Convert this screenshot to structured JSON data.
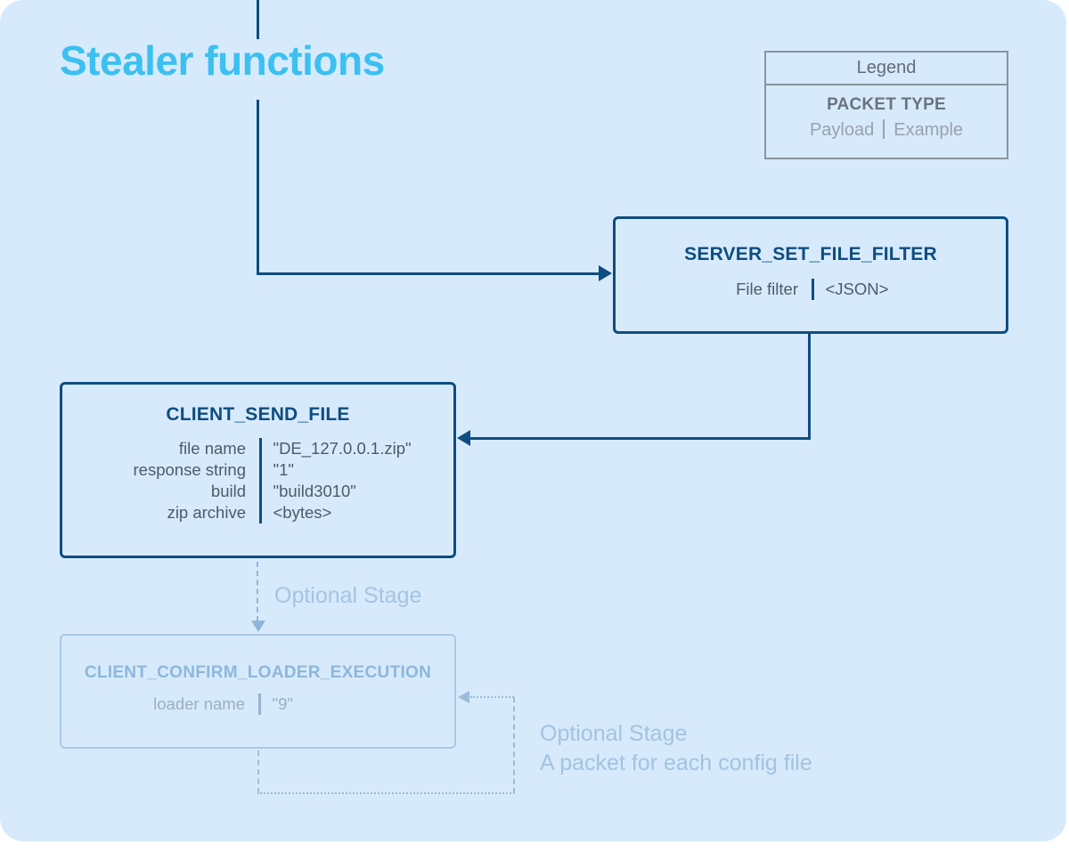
{
  "title": "Stealer functions",
  "legend": {
    "header": "Legend",
    "packet_type": "PACKET TYPE",
    "payload": "Payload",
    "example": "Example"
  },
  "nodes": {
    "server_set_file_filter": {
      "title": "SERVER_SET_FILE_FILTER",
      "rows": [
        {
          "label": "File filter",
          "value": "<JSON>"
        }
      ]
    },
    "client_send_file": {
      "title": "CLIENT_SEND_FILE",
      "rows": [
        {
          "label": "file name",
          "value": "\"DE_127.0.0.1.zip\""
        },
        {
          "label": "response string",
          "value": "\"1\""
        },
        {
          "label": "build",
          "value": "\"build3010\""
        },
        {
          "label": "zip archive",
          "value": "<bytes>"
        }
      ]
    },
    "client_confirm_loader_execution": {
      "title": "CLIENT_CONFIRM_LOADER_EXECUTION",
      "rows": [
        {
          "label": "loader name",
          "value": "\"9\""
        }
      ]
    }
  },
  "annotations": {
    "optional_stage_top": "Optional Stage",
    "optional_stage_bottom_line1": "Optional Stage",
    "optional_stage_bottom_line2": "A packet for each config file"
  },
  "colors": {
    "panel_background": "#d7eafc",
    "title_accent": "#3bc0f1",
    "primary_dark_blue": "#0e4d81",
    "row_text_gray": "#4e5a68",
    "legend_border_gray": "#8a939e",
    "legend_text_gray": "#98a2ad",
    "faded_border_blue": "#a9c9e5",
    "faded_title_blue": "#8db7db",
    "dashed_arrow_blue": "#8fb6d8",
    "annotation_blue": "#a3c3e0"
  }
}
